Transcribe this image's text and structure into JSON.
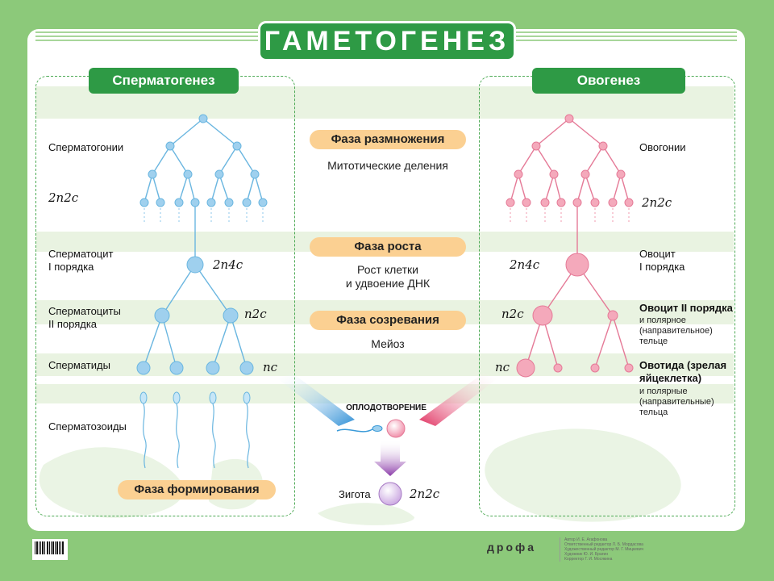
{
  "title": "ГАМЕТОГЕНЕЗ",
  "spermatogenesis": {
    "header": "Сперматогенез",
    "labels": {
      "spermatogonia": "Сперматогонии",
      "spermatocyte1_l1": "Сперматоцит",
      "spermatocyte1_l2": "I порядка",
      "spermatocyte2_l1": "Сперматоциты",
      "spermatocyte2_l2": "II порядка",
      "spermatids": "Сперматиды",
      "spermatozoa": "Сперматозоиды"
    },
    "formulas": {
      "f_2n2c": "2n2c",
      "f_2n4c": "2n4c",
      "f_n2c": "n2c",
      "f_nc": "nc"
    },
    "phase_formation": "Фаза формирования",
    "colors": {
      "cell": "#9fd0ee",
      "line": "#6ab6e0"
    }
  },
  "oogenesis": {
    "header": "Овогенез",
    "labels": {
      "oogonia": "Овогонии",
      "oocyte1_l1": "Овоцит",
      "oocyte1_l2": "I порядка",
      "oocyte2": "Овоцит II порядка",
      "polar1_l1": "и полярное",
      "polar1_l2": "(направительное)",
      "polar1_l3": "тельце",
      "ootid_l1": "Овотида (зрелая",
      "ootid_l2": "яйцеклетка)",
      "polar2_l1": "и полярные",
      "polar2_l2": "(направительные)",
      "polar2_l3": "тельца"
    },
    "formulas": {
      "f_2n2c": "2n2c",
      "f_2n4c": "2n4c",
      "f_n2c": "n2c",
      "f_nc": "nc"
    },
    "colors": {
      "cell": "#f4a9bb",
      "line": "#e57a97"
    }
  },
  "center": {
    "phase_reproduction": "Фаза размножения",
    "desc_reproduction": "Митотические деления",
    "phase_growth": "Фаза роста",
    "desc_growth_l1": "Рост клетки",
    "desc_growth_l2": "и удвоение ДНК",
    "phase_maturation": "Фаза созревания",
    "desc_maturation": "Мейоз",
    "fertilization": "оплодотворение",
    "zygote": "Зигота",
    "zygote_formula": "2n2c"
  },
  "footer": {
    "publisher": "дрофа",
    "credits": [
      "Автор И. Е. Агафонова",
      "Ответственный редактор Л. Б. Мордасова",
      "Художественный редактор М. Г. Мицкевич",
      "Художник Ю. И. Брагин",
      "Корректор Г. И. Мосякина"
    ]
  },
  "palette": {
    "bg": "#8cc97a",
    "brand_green": "#2e9a45",
    "phase_orange": "#fbd092",
    "zygote": "#c9a4e0"
  }
}
